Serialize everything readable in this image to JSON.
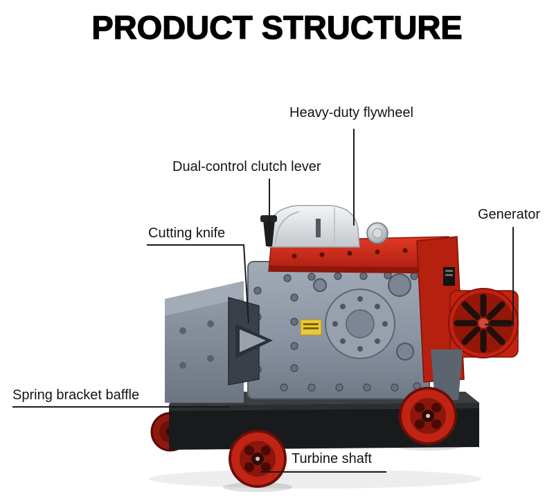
{
  "title": "PRODUCT STRUCTURE",
  "labels": {
    "flywheel": "Heavy-duty flywheel",
    "clutch": "Dual-control clutch lever",
    "generator": "Generator",
    "cutting_knife": "Cutting knife",
    "spring_bracket": "Spring bracket baffle",
    "turbine_shaft": "Turbine shaft"
  },
  "colors": {
    "accent_red": "#c8281c",
    "dark_red": "#8f1708",
    "body_gray": "#8b94a2",
    "base_black": "#191a1c",
    "leader_line": "#1a1a1a",
    "background": "#ffffff"
  }
}
